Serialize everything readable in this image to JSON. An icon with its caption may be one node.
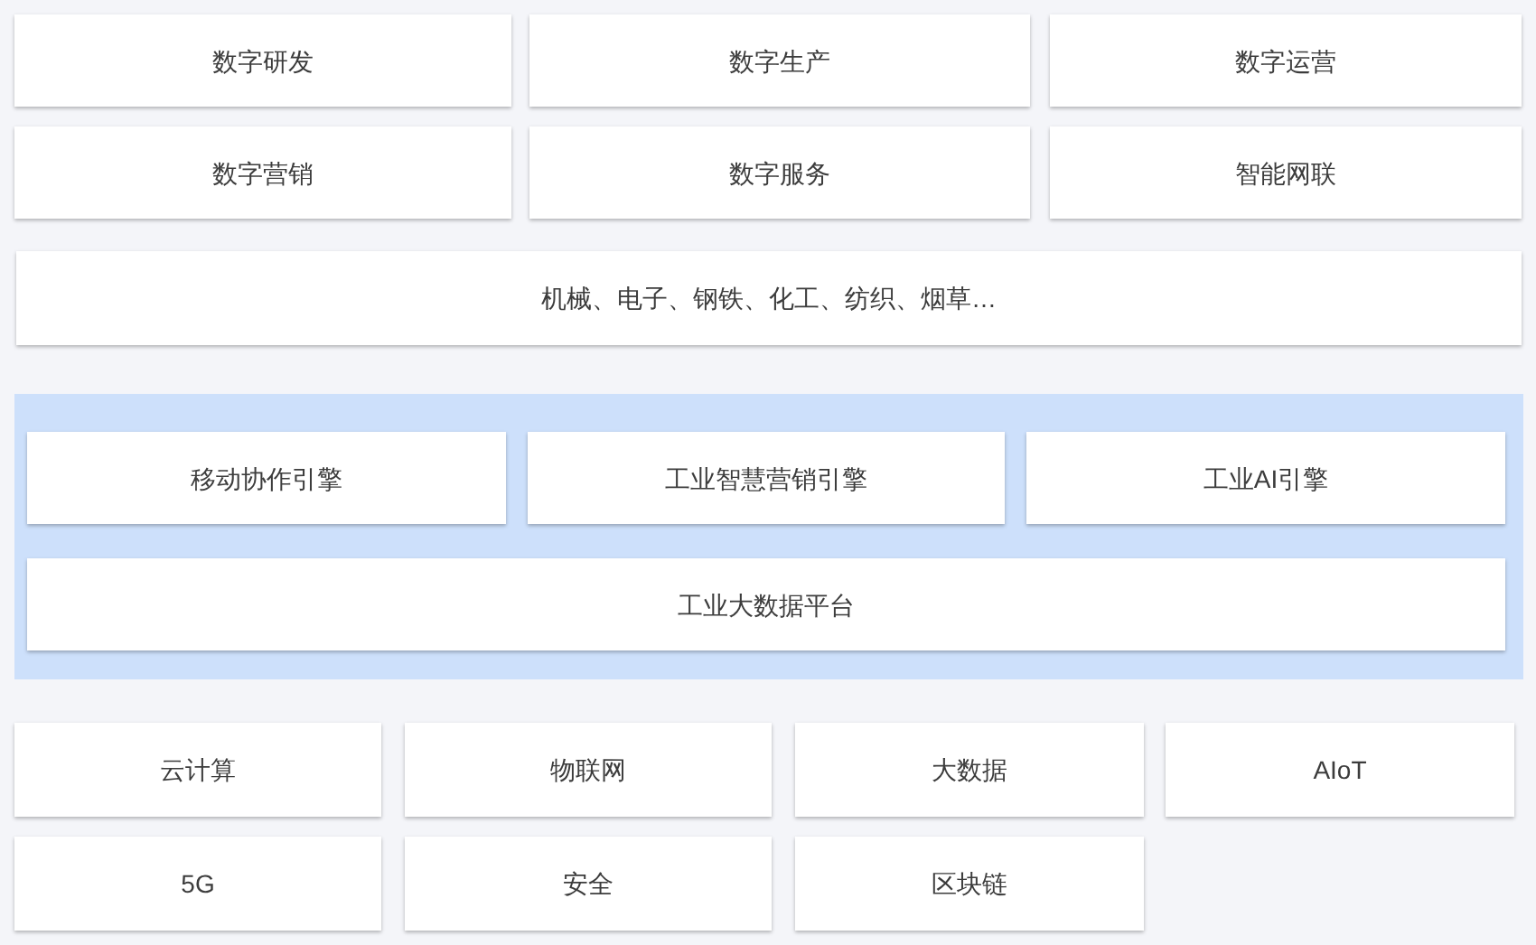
{
  "diagram": {
    "nodes": [
      {
        "text": [
          "数字研发"
        ]
      },
      {
        "text": [
          "数字生产"
        ]
      },
      {
        "text": [
          "数字运营"
        ]
      },
      {
        "text": [
          "数字营销"
        ]
      },
      {
        "text": [
          "数字服务"
        ]
      },
      {
        "text": [
          "智能网联"
        ]
      },
      {
        "text": [
          "机械、电子、钢铁、化工、纺织、烟草…"
        ]
      },
      {
        "text": [],
        "shape": "box"
      },
      {
        "text": [
          "移动协作引擎"
        ],
        "in": 7
      },
      {
        "text": [
          "工业智慧营销引擎"
        ],
        "in": 7
      },
      {
        "text": [
          "工业AI引擎"
        ],
        "in": 7
      },
      {
        "text": [
          "工业大数据平台"
        ],
        "in": 7
      },
      {
        "text": [
          "云计算"
        ]
      },
      {
        "text": [
          "物联网"
        ]
      },
      {
        "text": [
          "大数据"
        ]
      },
      {
        "text": [
          "AIoT"
        ]
      },
      {
        "text": [
          "5G"
        ]
      },
      {
        "text": [
          "安全"
        ]
      },
      {
        "text": [
          "区块链"
        ]
      }
    ]
  }
}
